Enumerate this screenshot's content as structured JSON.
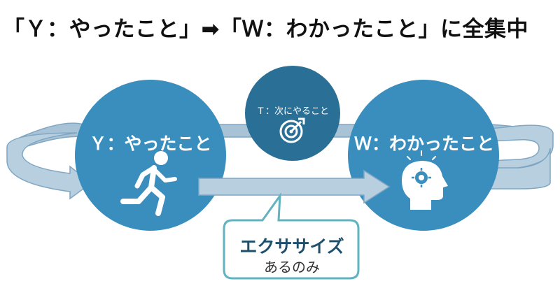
{
  "title": "「Ｙ：やったこと」➡「Ｗ：わかったこと」に全集中",
  "nodes": {
    "y": {
      "label": "Ｙ：やったこと",
      "icon": "running-person-icon"
    },
    "w": {
      "label": "Ｗ：わかったこと",
      "icon": "head-lightbulb-icon"
    },
    "t": {
      "label": "Ｔ：次にやること",
      "icon": "target-icon"
    }
  },
  "callout": {
    "main": "エクササイズ",
    "sub": "あるのみ"
  },
  "colors": {
    "circle": "#3a8ebd",
    "circle_dark": "#2a6f96",
    "arrow_fill": "#b8cfe0",
    "arrow_stroke": "#7fa6c3",
    "callout_border": "#62b3c0"
  }
}
